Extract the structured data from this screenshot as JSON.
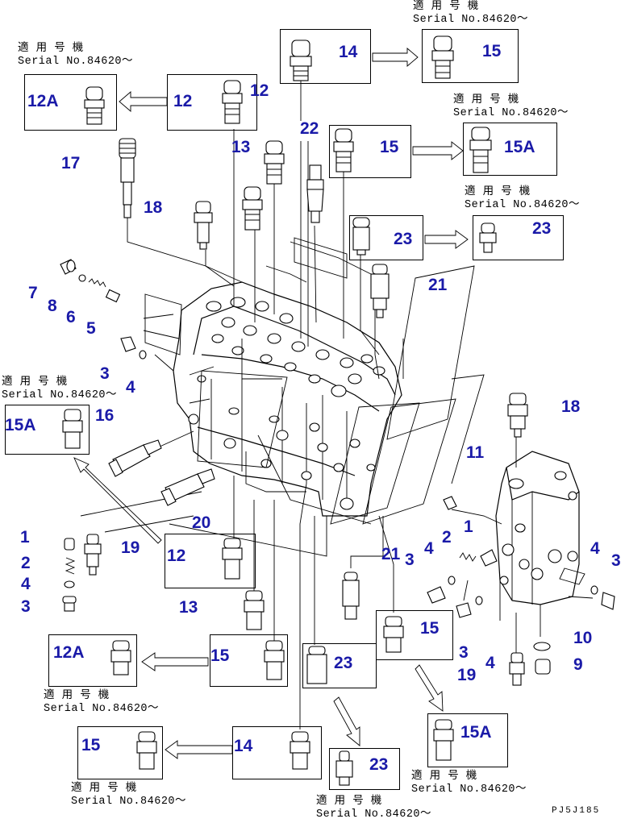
{
  "serial_note": {
    "ja": "適 用 号 機",
    "en": "Serial No.84620～"
  },
  "labels": {
    "n1": "1",
    "n2": "2",
    "n3": "3",
    "n4": "4",
    "n5": "5",
    "n6": "6",
    "n7": "7",
    "n8": "8",
    "n9": "9",
    "n10": "10",
    "n11": "11",
    "n12": "12",
    "n12a": "12A",
    "n13": "13",
    "n14": "14",
    "n15": "15",
    "n15a": "15A",
    "n16": "16",
    "n17": "17",
    "n18": "18",
    "n19": "19",
    "n20": "20",
    "n21": "21",
    "n22": "22",
    "n23": "23"
  },
  "drawing_code": "PJ5J185"
}
